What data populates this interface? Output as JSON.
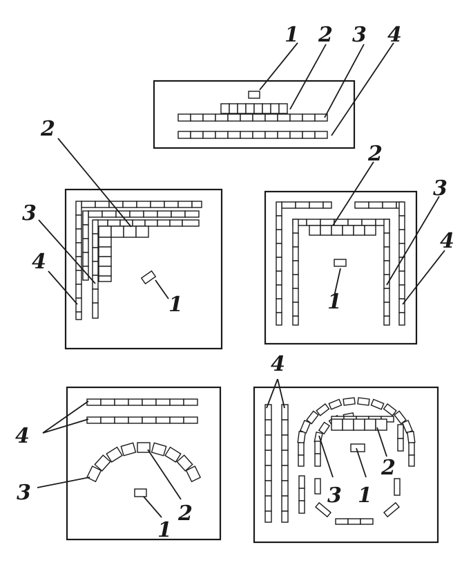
{
  "labels": {
    "item_1": "1",
    "item_2": "2",
    "item_3": "3",
    "item_4": "4"
  },
  "layouts": [
    {
      "id": "layout-row-seating"
    },
    {
      "id": "layout-corner-seating"
    },
    {
      "id": "layout-u-shaped-seating"
    },
    {
      "id": "layout-arc-seating"
    },
    {
      "id": "layout-horseshoe-seating"
    }
  ]
}
